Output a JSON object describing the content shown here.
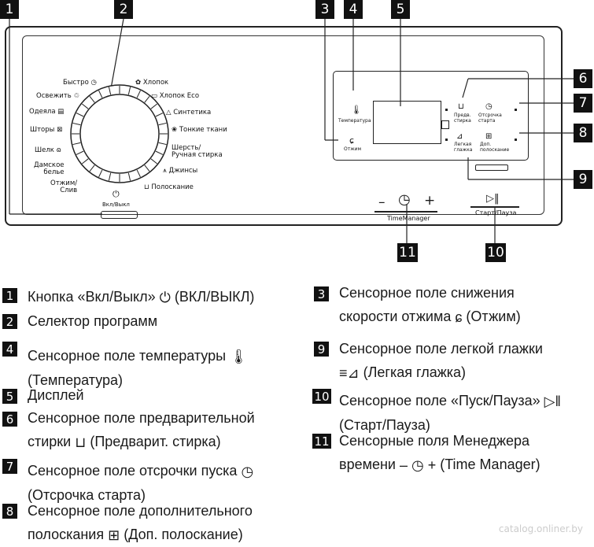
{
  "callouts": [
    "1",
    "2",
    "3",
    "4",
    "5",
    "6",
    "7",
    "8",
    "9",
    "10",
    "11"
  ],
  "panel": {
    "programs_left": [
      {
        "label": "Быстро"
      },
      {
        "label": "Освежить"
      },
      {
        "label": "Одеяла"
      },
      {
        "label": "Шторы"
      },
      {
        "label": "Шелк"
      },
      {
        "label": "Дамское\nбелье"
      },
      {
        "label": "Отжим/\nСлив"
      }
    ],
    "programs_right": [
      {
        "label": "Хлопок"
      },
      {
        "label": "Хлопок Eco"
      },
      {
        "label": "Синтетика"
      },
      {
        "label": "Тонкие ткани"
      },
      {
        "label": "Шерсть/\nРучная стирка"
      },
      {
        "label": "Джинсы"
      },
      {
        "label": "Полоскание"
      }
    ],
    "power_label": "Вкл/Выкл",
    "temperature_label": "Температура",
    "spin_label": "Отжим",
    "prewash_label": "Предв.\nстирка",
    "delay_label": "Отсрочка\nстарта",
    "easy_iron_label": "Легкая\nглажка",
    "extra_rinse_label": "Доп.\nполоскание",
    "time_manager_minus": "–",
    "time_manager_plus": "+",
    "time_manager_label": "TimeManager",
    "start_pause_label": "Старт/Пауза"
  },
  "legend": [
    {
      "num": "1",
      "lines": [
        "Кнопка «Вкл/Выкл»",
        "(ВКЛ/ВЫКЛ)"
      ],
      "icon": "power-icon"
    },
    {
      "num": "2",
      "lines": [
        "Селектор программ"
      ],
      "icon": ""
    },
    {
      "num": "4",
      "lines": [
        "Сенсорное поле температуры",
        "(Температура)"
      ],
      "icon": "thermometer-icon"
    },
    {
      "num": "5",
      "lines": [
        "Дисплей"
      ],
      "icon": ""
    },
    {
      "num": "6",
      "lines": [
        "Сенсорное поле предварительной",
        "стирки",
        "(Предварит. стирка)"
      ],
      "icon": "prewash-icon"
    },
    {
      "num": "7",
      "lines": [
        "Сенсорное поле отсрочки пуска",
        "(Отсрочка старта)"
      ],
      "icon": "delay-clock-icon"
    },
    {
      "num": "8",
      "lines": [
        "Сенсорное поле дополнительного",
        "полоскания",
        "(Доп. полоскание)"
      ],
      "icon": "extra-rinse-icon"
    },
    {
      "num": "3",
      "lines": [
        "Сенсорное поле снижения",
        "скорости отжима",
        "(Отжим)"
      ],
      "icon": "spin-icon"
    },
    {
      "num": "9",
      "lines": [
        "Сенсорное поле легкой глажки",
        "(Легкая глажка)"
      ],
      "icon": "easy-iron-icon"
    },
    {
      "num": "10",
      "lines": [
        "Сенсорное поле «Пуск/Пауза»",
        "(Старт/Пауза)"
      ],
      "icon": "play-pause-icon"
    },
    {
      "num": "11",
      "lines": [
        "Сенсорные поля Менеджера",
        "времени",
        "(Time Manager)"
      ],
      "icon": "time-manager-icon"
    }
  ],
  "watermark": "catalog.onliner.by"
}
